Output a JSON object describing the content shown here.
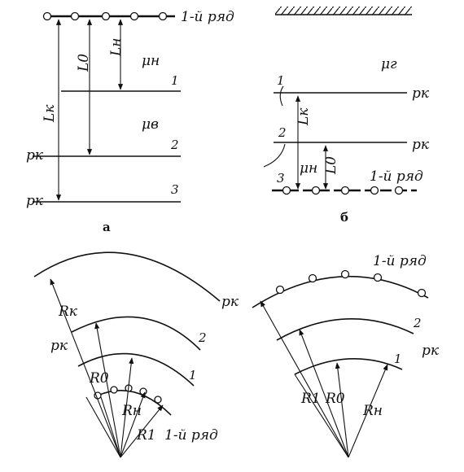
{
  "labels": {
    "row1": "1-й ряд",
    "mu_n": "μн",
    "mu_v": "μв",
    "mu_g": "μг",
    "pk": "pк",
    "L_k": "Lк",
    "L_0": "L0",
    "L_n": "Lн",
    "R_k": "Rк",
    "R_0": "R0",
    "R_n": "Rн",
    "R_1": "R1",
    "n1": "1",
    "n2": "2",
    "n3": "3",
    "cap_a": "а",
    "cap_b": "б"
  }
}
